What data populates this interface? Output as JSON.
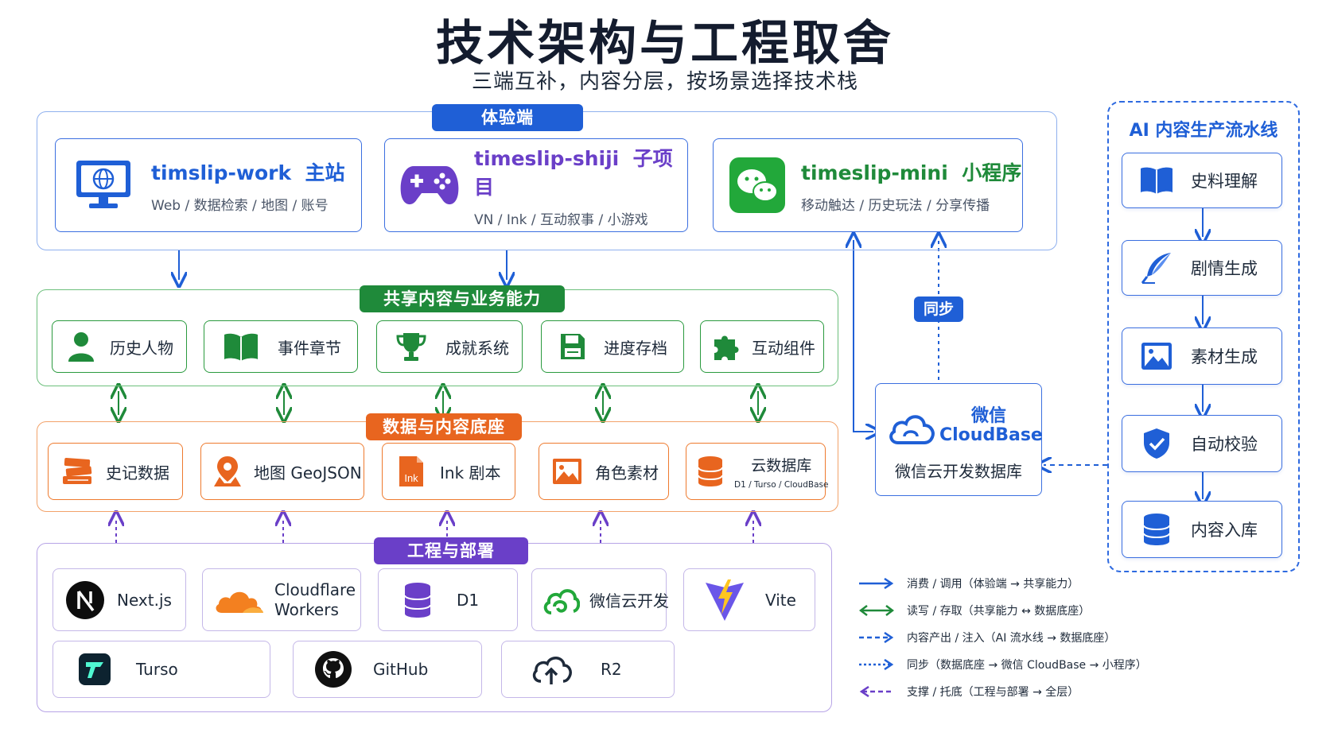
{
  "header": {
    "title": "技术架构与工程取舍",
    "subtitle": "三端互补，内容分层，按场景选择技术栈"
  },
  "experience": {
    "label": "体验端",
    "items": [
      {
        "name": "timslip-work",
        "tag": "主站",
        "desc": "Web / 数据检索 / 地图 / 账号"
      },
      {
        "name": "timeslip-shiji",
        "tag": "子项目",
        "desc": "VN / Ink / 互动叙事 / 小游戏"
      },
      {
        "name": "timeslip-mini",
        "tag": "小程序",
        "desc": "移动触达 / 历史玩法 / 分享传播"
      }
    ]
  },
  "shared": {
    "label": "共享内容与业务能力",
    "items": [
      "历史人物",
      "事件章节",
      "成就系统",
      "进度存档",
      "互动组件"
    ]
  },
  "data": {
    "label": "数据与内容底座",
    "items": [
      {
        "label": "史记数据",
        "sub": ""
      },
      {
        "label": "地图 GeoJSON",
        "sub": ""
      },
      {
        "label": "Ink 剧本",
        "sub": "",
        "icon_text": "Ink"
      },
      {
        "label": "角色素材",
        "sub": ""
      },
      {
        "label": "云数据库",
        "sub": "D1 / Turso / CloudBase"
      }
    ]
  },
  "engineering": {
    "label": "工程与部署",
    "row1": [
      {
        "label": "Next.js"
      },
      {
        "label": "Cloudflare",
        "label2": "Workers"
      },
      {
        "label": "D1"
      },
      {
        "label": "微信云开发"
      },
      {
        "label": "Vite"
      }
    ],
    "row2": [
      {
        "label": "Turso"
      },
      {
        "label": "GitHub"
      },
      {
        "label": "R2"
      }
    ]
  },
  "sync": {
    "label": "同步"
  },
  "cloudbase": {
    "line1": "微信",
    "line2": "CloudBase",
    "line3": "微信云开发数据库"
  },
  "ai_pipeline": {
    "title": "AI 内容生产流水线",
    "steps": [
      "史料理解",
      "剧情生成",
      "素材生成",
      "自动校验",
      "内容入库"
    ]
  },
  "legend": [
    {
      "style": "solid-blue",
      "text": "消费 / 调用（体验端 → 共享能力）"
    },
    {
      "style": "solid-green-double",
      "text": "读写 / 存取（共享能力 ↔ 数据底座）"
    },
    {
      "style": "dashed-blue",
      "text": "内容产出 / 注入（AI 流水线 → 数据底座）"
    },
    {
      "style": "dotted-blue",
      "text": "同步（数据底座 → 微信 CloudBase → 小程序）"
    },
    {
      "style": "dashed-purple-left",
      "text": "支撑 / 托底（工程与部署 → 全层）"
    }
  ],
  "colors": {
    "blue": "#1f5fd6",
    "green": "#1f8a3a",
    "orange": "#e8651f",
    "purple": "#6a3fc8",
    "ai_blue": "#2e6ae0"
  }
}
